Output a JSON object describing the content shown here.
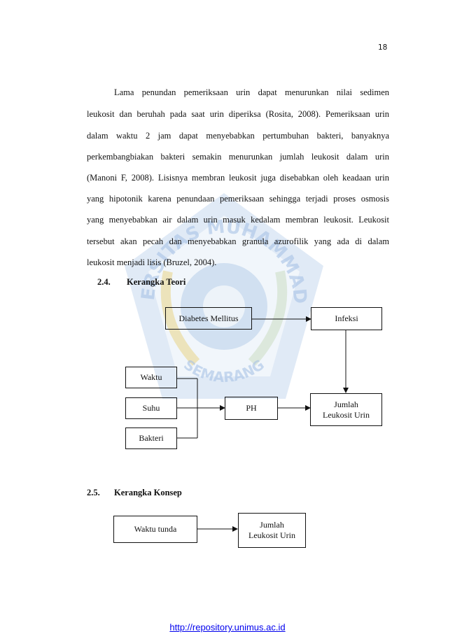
{
  "page_number": "18",
  "paragraph_lines": [
    "Lama penundan pemeriksaan urin dapat menurunkan nilai sedimen",
    "leukosit dan beruhah pada saat urin diperiksa (Rosita, 2008). Pemeriksaan urin",
    "dalam waktu 2 jam dapat menyebabkan pertumbuhan bakteri, banyaknya",
    "perkembangbiakan bakteri semakin menurunkan jumlah leukosit dalam urin",
    "(Manoni F, 2008). Lisisnya membran leukosit juga disebabkan oleh keadaan urin",
    "yang hipotonik karena penundaan pemeriksaan sehingga terjadi proses osmosis",
    "yang menyebabkan air dalam urin masuk kedalam membran leukosit. Leukosit",
    "tersebut akan pecah dan menyebabkan granula azurofilik yang ada di dalam",
    "leukosit menjadi lisis (Bruzel, 2004)."
  ],
  "section_theory": {
    "number": "2.4.",
    "title": "Kerangka Teori"
  },
  "theory_diagram": {
    "diabetes": "Diabetes Mellitus",
    "infeksi": "Infeksi",
    "waktu": "Waktu",
    "suhu": "Suhu",
    "bakteri": "Bakteri",
    "ph": "PH",
    "jumlah_line1": "Jumlah",
    "jumlah_line2": "Leukosit Urin"
  },
  "section_concept": {
    "number": "2.5.",
    "title": "Kerangka Konsep"
  },
  "concept_diagram": {
    "waktu_tunda": "Waktu tunda",
    "jumlah_line1": "Jumlah",
    "jumlah_line2": "Leukosit Urin"
  },
  "watermark_text": "UNIVERSITAS MUHAMMADIYAH SEMARANG",
  "footer_link": "http://repository.unimus.ac.id",
  "colors": {
    "watermark_blue": "#a9c3e6",
    "watermark_gold": "#e9dca0",
    "link": "#0000ee"
  }
}
